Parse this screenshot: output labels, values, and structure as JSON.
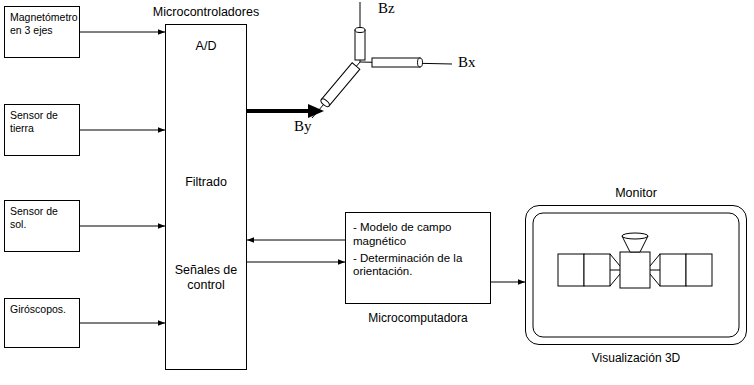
{
  "diagram": {
    "nodes": [
      {
        "text": [
          "Magnetómetro en 3 ejes"
        ]
      },
      {
        "text": [
          "Sensor de tierra"
        ]
      },
      {
        "text": [
          "Sensor de sol."
        ]
      },
      {
        "text": [
          "Giróscopos."
        ]
      },
      {
        "text": [
          "Microcontroladores",
          "A/D",
          "Filtrado",
          "Señales de control"
        ]
      },
      {
        "text": [
          "- Modelo de campo magnético",
          "- Determinación de la orientación.",
          "Microcomputadora"
        ]
      },
      {
        "text": [
          "Monitor",
          "Visualización 3D"
        ]
      }
    ],
    "edges": [
      {
        "from": 0,
        "to": 4,
        "arrow": "to"
      },
      {
        "from": 1,
        "to": 4,
        "arrow": "to"
      },
      {
        "from": 2,
        "to": 4,
        "arrow": "to"
      },
      {
        "from": 3,
        "to": 4,
        "arrow": "to"
      },
      {
        "from": 5,
        "to": 4,
        "arrow": "to"
      },
      {
        "from": 4,
        "to": 5,
        "arrow": "to"
      },
      {
        "from": 5,
        "to": 6,
        "arrow": "to"
      }
    ],
    "labels": [
      "Bz",
      "Bx",
      "By"
    ]
  }
}
